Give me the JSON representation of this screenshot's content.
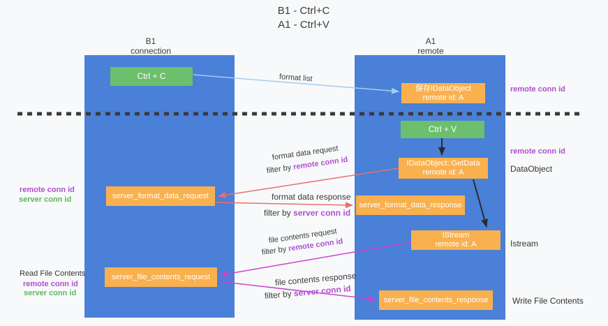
{
  "title": {
    "line1": "B1 - Ctrl+C",
    "line2": "A1 - Ctrl+V"
  },
  "lanes": {
    "left": {
      "name": "B1",
      "subtitle": "connection"
    },
    "right": {
      "name": "A1",
      "subtitle": "remote"
    }
  },
  "boxes": {
    "ctrl_c": {
      "label": "Ctrl + C"
    },
    "save_dataobject": {
      "line1": "保存IDataObject",
      "line2": "remote id: A"
    },
    "ctrl_v": {
      "label": "Ctrl + V"
    },
    "getdata": {
      "line1": "IDataObject::GetData",
      "line2": "remote id: A"
    },
    "istream": {
      "line1": "IStream",
      "line2": "remote id: A"
    },
    "format_request": {
      "label": "server_format_data_request"
    },
    "format_response": {
      "label": "server_format_data_response"
    },
    "file_request": {
      "label": "server_file_contents_request"
    },
    "file_response": {
      "label": "server_file_contents_response"
    }
  },
  "labels": {
    "format_list": "format list",
    "format_data_request": "format data request",
    "format_data_response": "format data response",
    "file_contents_request": "file contents request",
    "file_contents_response": "file contents response",
    "filter_by": "filter by",
    "remote_conn_id": "remote conn id",
    "server_conn_id": "server conn id",
    "dataobject": "DataObject",
    "istream": "Istream",
    "read_file_contents": "Read File Contents",
    "write_file_contents": "Write File Contents"
  },
  "colors": {
    "lane_blue": "#4a80d8",
    "box_green": "#6cbf6c",
    "box_orange": "#f9b04e",
    "arrow_red": "#e87070",
    "arrow_magenta": "#cc44cc",
    "arrow_lightblue": "#a6cdf0",
    "arrow_black": "#2b2b2b",
    "text_purple": "#b04fd0",
    "text_green": "#5cb85c"
  }
}
